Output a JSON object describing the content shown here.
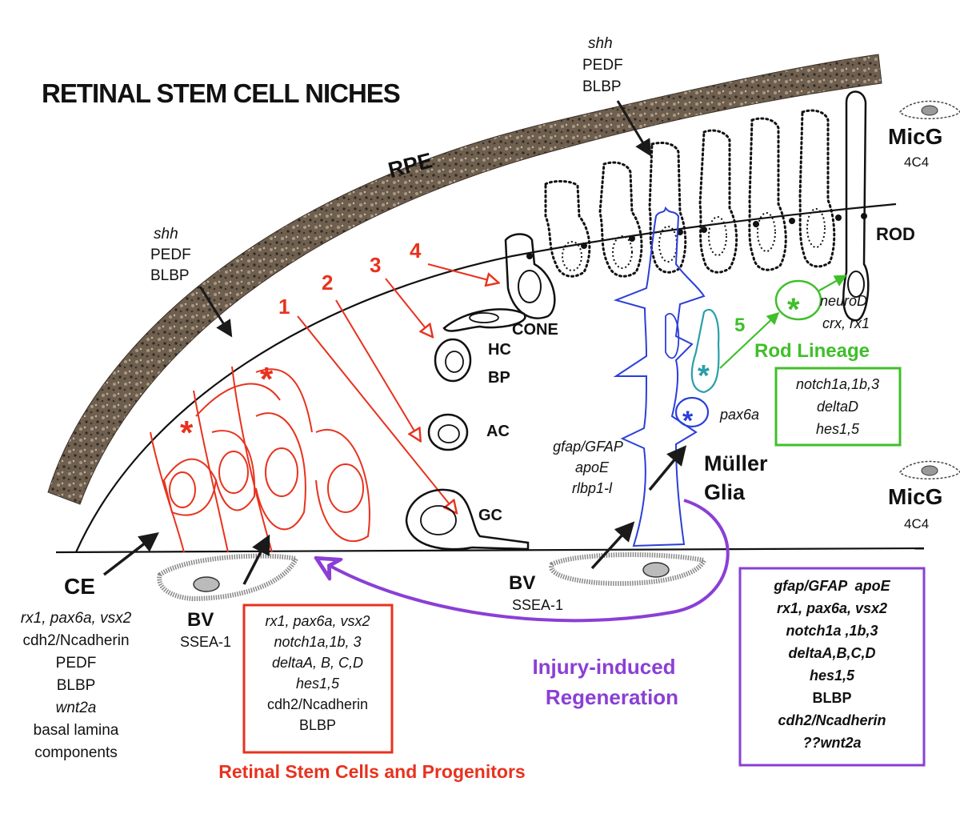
{
  "title": "RETINAL STEM CELL NICHES",
  "colors": {
    "red": "#e8321e",
    "blue": "#2a3fd8",
    "green": "#3fbf2a",
    "purple": "#8a3fd6",
    "teal": "#2a9fa8",
    "rpe": "#7a6a58",
    "dark": "#1a1a1a"
  },
  "layers": {
    "rpe": "RPE",
    "micg_top": "MicG",
    "micg_top_marker": "4C4",
    "micg_bottom": "MicG",
    "micg_bottom_marker": "4C4"
  },
  "signals_left": [
    "shh",
    "PEDF",
    "BLBP"
  ],
  "signals_top": [
    "shh",
    "PEDF",
    "BLBP"
  ],
  "cell_types": {
    "rod": "ROD",
    "cone": "CONE",
    "hc": "HC",
    "bp": "BP",
    "ac": "AC",
    "gc": "GC"
  },
  "lineage_numbers": [
    "1",
    "2",
    "3",
    "4",
    "5"
  ],
  "ce": {
    "label": "CE",
    "markers": [
      "rx1, pax6a, vsx2",
      "cdh2/Ncadherin",
      "PEDF",
      "BLBP",
      "wnt2a",
      "basal lamina",
      "components"
    ]
  },
  "bv_left": {
    "label": "BV",
    "marker": "SSEA-1"
  },
  "bv_right": {
    "label": "BV",
    "marker": "SSEA-1"
  },
  "rsc_box": {
    "lines": [
      "rx1, pax6a, vsx2",
      "notch1a,1b, 3",
      "deltaA, B, C,D",
      "hes1,5",
      "cdh2/Ncadherin",
      "BLBP"
    ],
    "caption": "Retinal Stem Cells and Progenitors"
  },
  "muller": {
    "label_line1": "Müller",
    "label_line2": "Glia",
    "markers": [
      "gfap/GFAP",
      "apoE",
      "rlbp1-l"
    ],
    "pax6a": "pax6a"
  },
  "rod_lineage": {
    "title": "Rod Lineage",
    "markers": [
      "neuroD",
      "crx, rx1"
    ],
    "box": [
      "notch1a,1b,3",
      "deltaD",
      "hes1,5"
    ]
  },
  "regeneration": {
    "title_line1": "Injury-induced",
    "title_line2": "Regeneration",
    "box": [
      "gfap/GFAP  apoE",
      "rx1, pax6a, vsx2",
      "notch1a ,1b,3",
      "deltaA,B,C,D",
      "hes1,5",
      "BLBP",
      "cdh2/Ncadherin",
      "??wnt2a"
    ]
  }
}
